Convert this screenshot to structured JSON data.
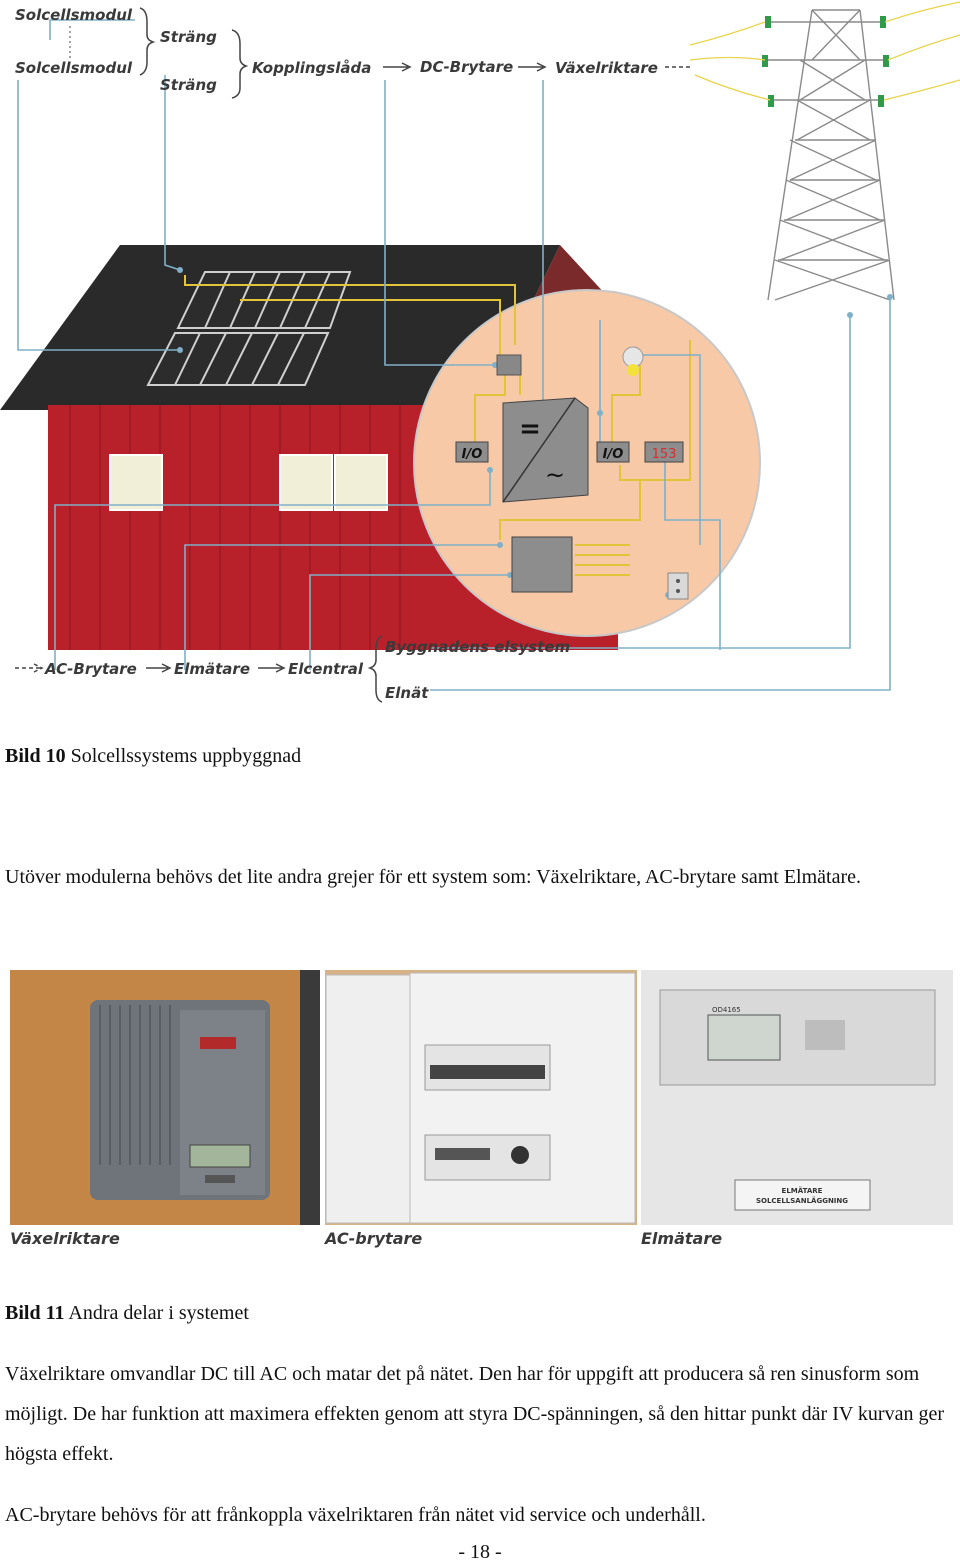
{
  "diagram": {
    "labels": {
      "module1": "Solcellsmodul",
      "module2": "Solcellsmodul",
      "string1": "Sträng",
      "string2": "Sträng",
      "junction_box": "Kopplingslåda",
      "dc_switch": "DC-Brytare",
      "inverter": "Växelriktare",
      "ac_switch": "AC-Brytare",
      "meter": "Elmätare",
      "central": "Elcentral",
      "building_system": "Byggnadens elsystem",
      "grid": "Elnät",
      "io_left": "I/O",
      "io_right": "I/O",
      "meter_count": "153",
      "inverter_dc": "=",
      "inverter_ac": "~"
    }
  },
  "caption1": {
    "label": "Bild 10",
    "text": "Solcellssystems uppbyggnad"
  },
  "intro": "Utöver modulerna behövs det lite andra grejer för ett system som: Växelriktare, AC-brytare samt Elmätare.",
  "photos": {
    "inverter_label": "Växelriktare",
    "ac_label": "AC-brytare",
    "meter_label": "Elmätare",
    "meter_plate_line1": "ELMÄTARE",
    "meter_plate_line2": "SOLCELLSANLÄGGNING",
    "meter_model": "OD4165"
  },
  "caption2": {
    "label": "Bild 11",
    "text": "Andra delar i systemet"
  },
  "para1": "Växelriktare omvandlar DC till AC och matar det på nätet. Den har för uppgift att producera så ren sinusform som möjligt. De har funktion att maximera effekten genom att styra DC-spänningen, så den hittar punkt där IV kurvan ger högsta effekt.",
  "para2": "AC-brytare behövs för att frånkoppla växelriktaren från nätet vid service och underhåll.",
  "page_number": "- 18 -"
}
